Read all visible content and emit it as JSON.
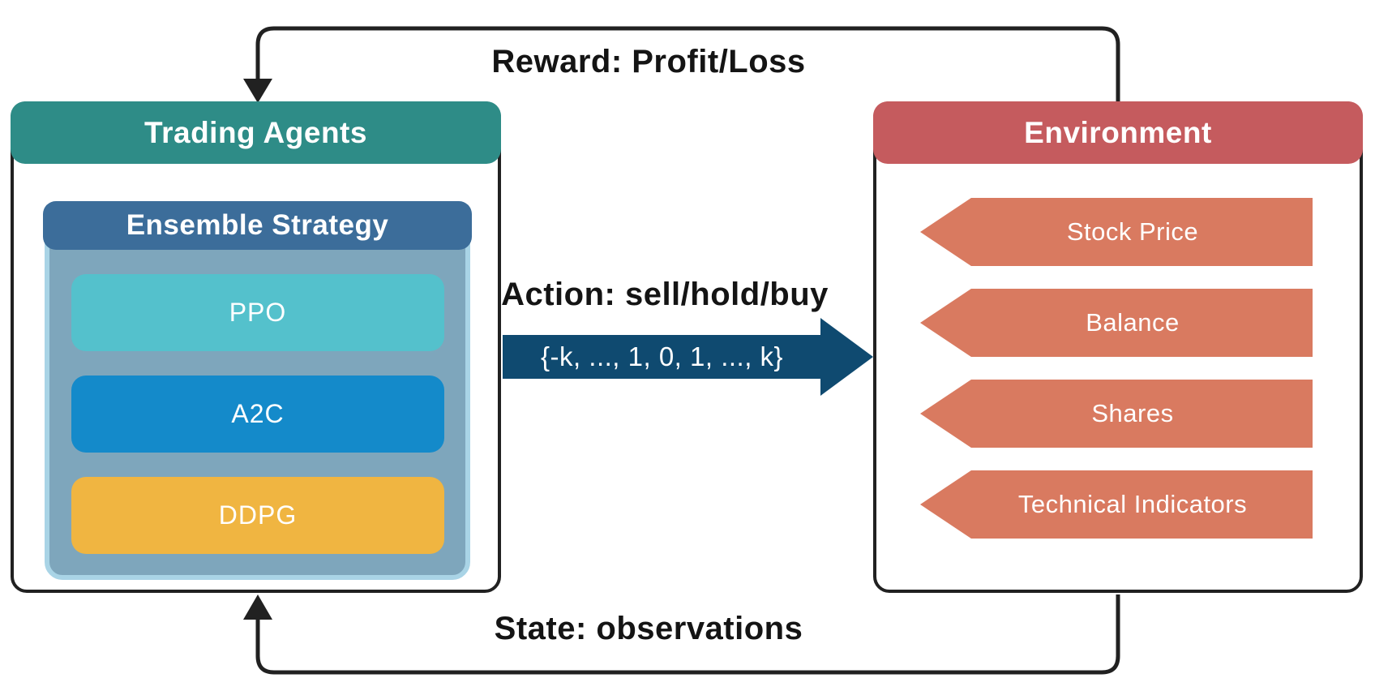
{
  "diagram": {
    "reward_label": "Reward: Profit/Loss",
    "action_label": "Action: sell/hold/buy",
    "action_set": "{-k, ..., 1, 0, 1, ..., k}",
    "state_label": "State: observations",
    "agents": {
      "title": "Trading Agents",
      "ensemble": {
        "title": "Ensemble Strategy",
        "algorithms": [
          "PPO",
          "A2C",
          "DDPG"
        ]
      }
    },
    "environment": {
      "title": "Environment",
      "observations": [
        "Stock Price",
        "Balance",
        "Shares",
        "Technical Indicators"
      ]
    },
    "colors": {
      "agents_header": "#2e8c87",
      "ensemble_header": "#3c6d9a",
      "ensemble_body": "#7ea6bc",
      "ensemble_border": "#a9d4e6",
      "ppo_box": "#54c1cc",
      "a2c_box": "#148aca",
      "ddpg_box": "#f0b541",
      "environment_header": "#c55b5e",
      "observation_item": "#d97a60",
      "action_arrow": "#0f4a70",
      "connector_line": "#212121"
    }
  }
}
